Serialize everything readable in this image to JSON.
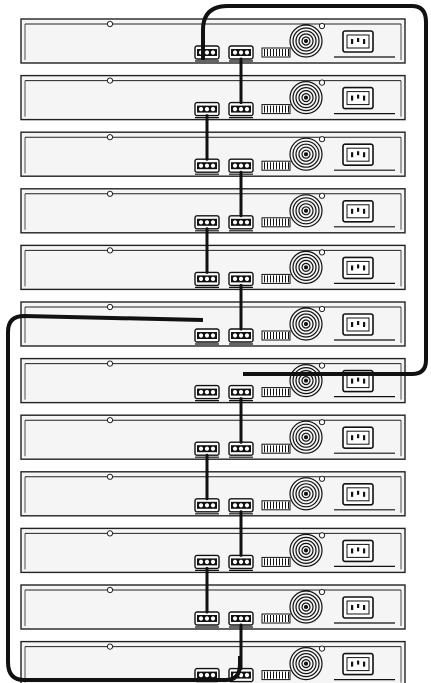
{
  "diagram": {
    "kind": "stacked-switch-cabling",
    "unit_count": 12,
    "port_columns": [
      "stack-port-a",
      "stack-port-b"
    ],
    "colors": {
      "chassis_fill": "#f5f5f5",
      "chassis_stroke": "#222222",
      "cable": "#111111",
      "background": "#ffffff"
    },
    "icons": {
      "stack_port": "stack-port-icon",
      "console_port": "console-port-icon",
      "fan": "fan-icon",
      "power_inlet": "power-inlet-icon",
      "mount_hole": "mount-hole-icon"
    }
  }
}
